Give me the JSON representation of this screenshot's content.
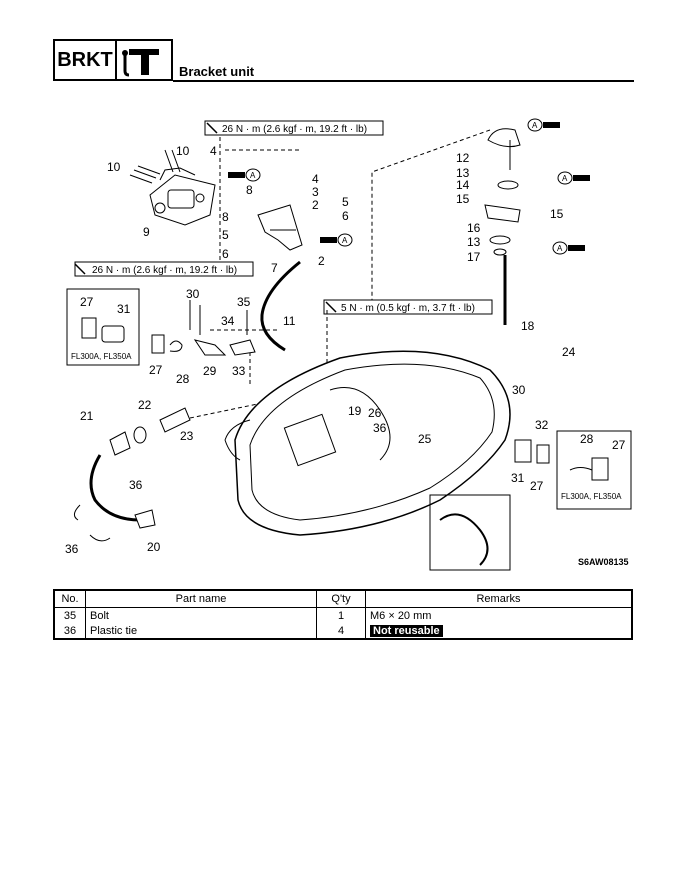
{
  "header": {
    "section_code": "BRKT",
    "title": "Bracket unit"
  },
  "torque_specs": {
    "t1": "26 N · m (2.6 kgf · m, 19.2 ft · lb)",
    "t2": "26 N · m (2.6 kgf · m, 19.2 ft · lb)",
    "t3": "5 N · m (0.5 kgf · m, 3.7 ft · lb)"
  },
  "insets": {
    "left_caption": "FL300A, FL350A",
    "right_caption": "FL300A, FL350A"
  },
  "callout_letter": "A",
  "figure_code": "S6AW08135",
  "callouts": [
    "10",
    "10",
    "4",
    "8",
    "4",
    "3",
    "2",
    "5",
    "6",
    "8",
    "5",
    "6",
    "7",
    "2",
    "9",
    "12",
    "13",
    "14",
    "15",
    "15",
    "16",
    "13",
    "17",
    "18",
    "24",
    "30",
    "35",
    "34",
    "11",
    "27",
    "31",
    "27",
    "28",
    "29",
    "33",
    "19",
    "26",
    "36",
    "25",
    "22",
    "21",
    "23",
    "36",
    "36",
    "20",
    "30",
    "32",
    "31",
    "27",
    "28",
    "27"
  ],
  "parts_table": {
    "headers": [
      "No.",
      "Part name",
      "Q'ty",
      "Remarks"
    ],
    "rows": [
      {
        "no": "35",
        "name": "Bolt",
        "qty": "1",
        "remarks": "M6 × 20 mm",
        "highlight": false
      },
      {
        "no": "36",
        "name": "Plastic tie",
        "qty": "4",
        "remarks": "Not reusable",
        "highlight": true
      }
    ]
  }
}
